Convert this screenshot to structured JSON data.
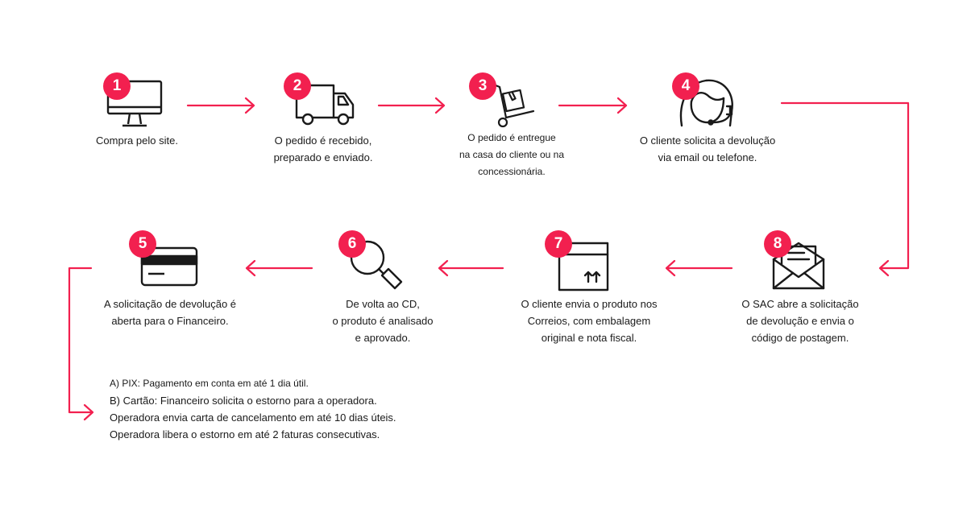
{
  "accent_color": "#f2204f",
  "steps": [
    {
      "number": "1",
      "icon": "monitor-icon",
      "caption": [
        "Compra pelo site."
      ]
    },
    {
      "number": "2",
      "icon": "truck-icon",
      "caption": [
        "O pedido é recebido,",
        "preparado e enviado."
      ]
    },
    {
      "number": "3",
      "icon": "hand-truck-icon",
      "caption": [
        "O pedido é entregue",
        "na casa do cliente ou na",
        "concessionária."
      ]
    },
    {
      "number": "4",
      "icon": "headset-agent-icon",
      "caption": [
        "O cliente solicita a devolução",
        "via email ou telefone."
      ]
    },
    {
      "number": "5",
      "icon": "credit-card-icon",
      "caption": [
        "A solicitação de devolução é",
        "aberta para o Financeiro."
      ]
    },
    {
      "number": "6",
      "icon": "magnifier-icon",
      "caption": [
        "De volta ao CD,",
        "o produto é analisado",
        "e aprovado."
      ]
    },
    {
      "number": "7",
      "icon": "box-icon",
      "caption": [
        "O cliente envia o produto nos",
        "Correios, com embalagem",
        "original e nota fiscal."
      ]
    },
    {
      "number": "8",
      "icon": "envelope-letter-icon",
      "caption": [
        "O SAC abre a solicitação",
        "de devolução e envia o",
        "código de postagem."
      ]
    }
  ],
  "notes": [
    "A) PIX: Pagamento em conta em até 1 dia útil.",
    "B) Cartão: Financeiro solicita o estorno para a operadora.",
    "Operadora envia carta de cancelamento em até 10 dias úteis.",
    "Operadora libera o estorno em até 2 faturas consecutivas."
  ]
}
